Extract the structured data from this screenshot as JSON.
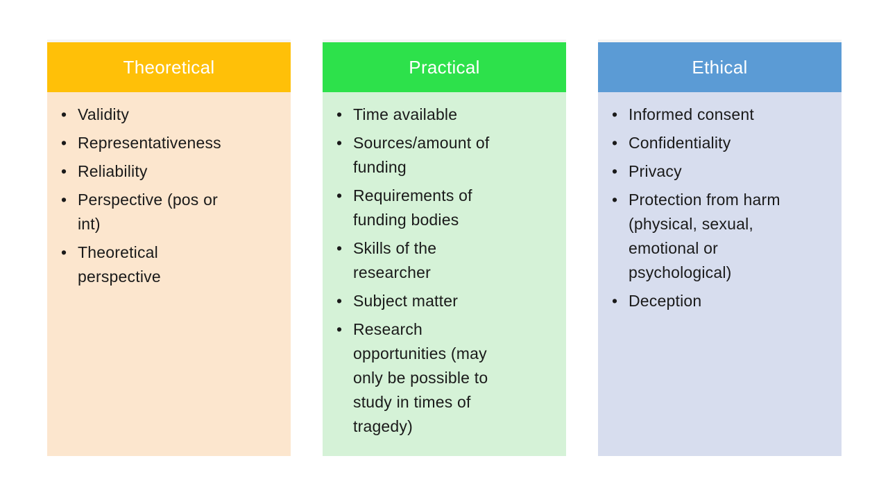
{
  "slide": {
    "background_color": "#ffffff",
    "bullet_glyph": "•",
    "text_color": "#1a1a1a",
    "columns": [
      {
        "title": "Theoretical",
        "title_color": "#ffffff",
        "header_color": "#FFC008",
        "body_color": "#FCE6CE",
        "items": [
          "Validity",
          "Representativeness",
          "Reliability",
          "Perspective (pos or\nint)",
          "Theoretical\nperspective"
        ]
      },
      {
        "title": "Practical",
        "title_color": "#ffffff",
        "header_color": "#2DE14B",
        "body_color": "#D5F2D7",
        "items": [
          "Time available",
          "Sources/amount of\nfunding",
          "Requirements of\nfunding bodies",
          "Skills of the\nresearcher",
          "Subject matter",
          "Research\nopportunities (may\nonly be possible to\nstudy in times of\ntragedy)"
        ]
      },
      {
        "title": "Ethical",
        "title_color": "#ffffff",
        "header_color": "#5B9BD5",
        "body_color": "#D7DDEE",
        "items": [
          "Informed consent",
          "Confidentiality",
          "Privacy",
          "Protection from harm\n(physical, sexual,\nemotional or\npsychological)",
          "Deception"
        ]
      }
    ]
  }
}
